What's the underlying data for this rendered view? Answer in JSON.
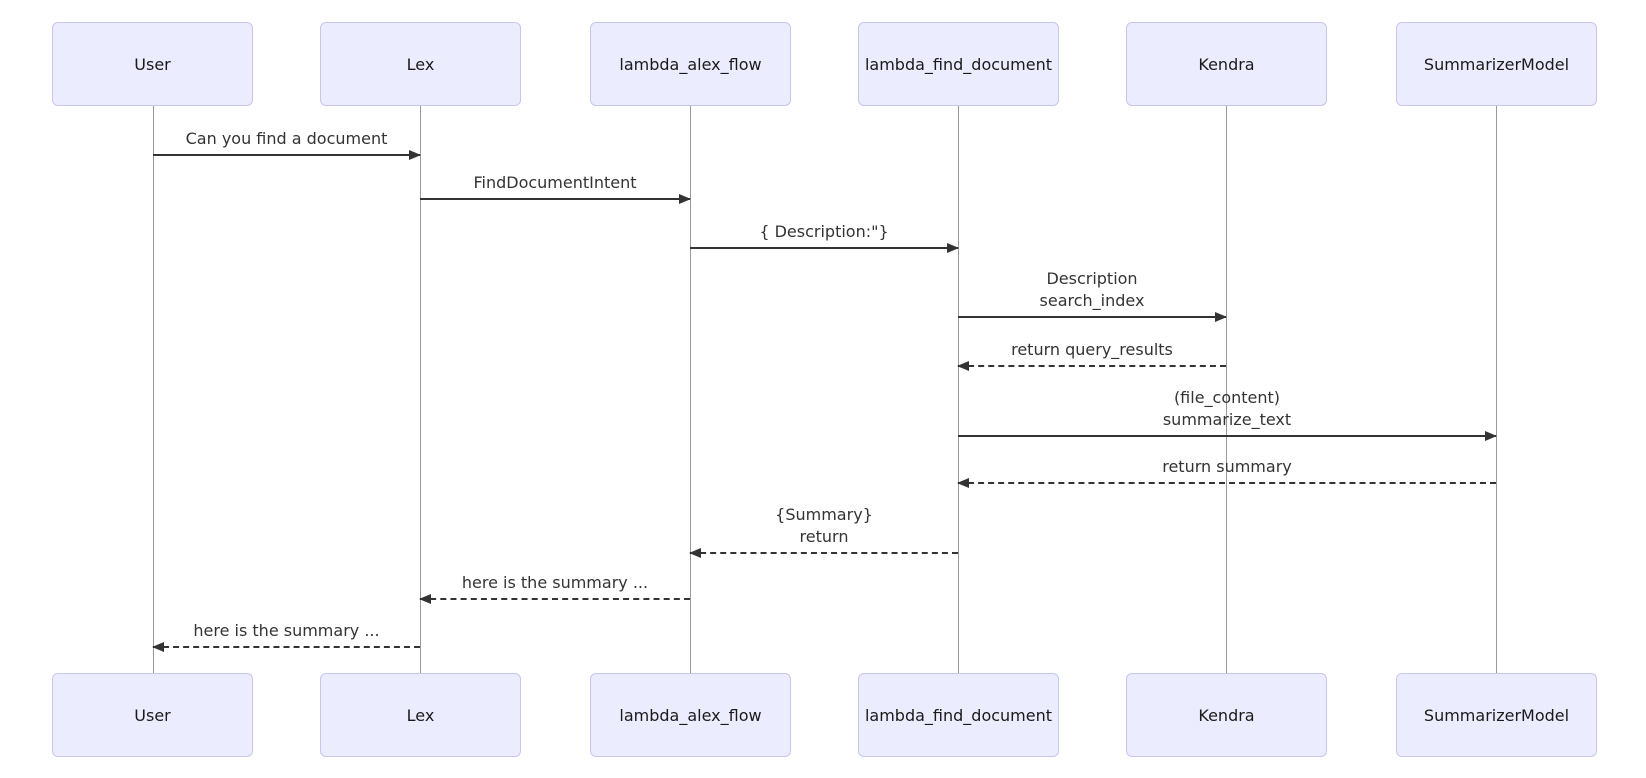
{
  "diagram": {
    "kind": "sequence-diagram",
    "colors": {
      "actor_fill": "#ECECFF",
      "actor_border": "#c6c6ef",
      "arrow": "#333333",
      "lifeline": "#999999",
      "message_text": "#333333",
      "background": "#ffffff"
    },
    "actors": [
      {
        "name": "User"
      },
      {
        "name": "Lex"
      },
      {
        "name": "lambda_alex_flow"
      },
      {
        "name": "lambda_find_document"
      },
      {
        "name": "Kendra"
      },
      {
        "name": "SummarizerModel"
      }
    ],
    "messages": [
      {
        "from": "User",
        "to": "Lex",
        "type": "solid",
        "lines": [
          "Can you find a document"
        ]
      },
      {
        "from": "Lex",
        "to": "lambda_alex_flow",
        "type": "solid",
        "lines": [
          "FindDocumentIntent"
        ]
      },
      {
        "from": "lambda_alex_flow",
        "to": "lambda_find_document",
        "type": "solid",
        "lines": [
          "{ Description:\"}"
        ]
      },
      {
        "from": "lambda_find_document",
        "to": "Kendra",
        "type": "solid",
        "lines": [
          "Description",
          "search_index"
        ]
      },
      {
        "from": "Kendra",
        "to": "lambda_find_document",
        "type": "dashed",
        "lines": [
          "return query_results"
        ]
      },
      {
        "from": "lambda_find_document",
        "to": "SummarizerModel",
        "type": "solid",
        "lines": [
          "(file_content)",
          "summarize_text"
        ]
      },
      {
        "from": "SummarizerModel",
        "to": "lambda_find_document",
        "type": "dashed",
        "lines": [
          "return summary"
        ]
      },
      {
        "from": "lambda_find_document",
        "to": "lambda_alex_flow",
        "type": "dashed",
        "lines": [
          "{Summary}",
          "return"
        ]
      },
      {
        "from": "lambda_alex_flow",
        "to": "Lex",
        "type": "dashed",
        "lines": [
          "here is the summary ..."
        ]
      },
      {
        "from": "Lex",
        "to": "User",
        "type": "dashed",
        "lines": [
          "here is the summary ..."
        ]
      }
    ]
  }
}
